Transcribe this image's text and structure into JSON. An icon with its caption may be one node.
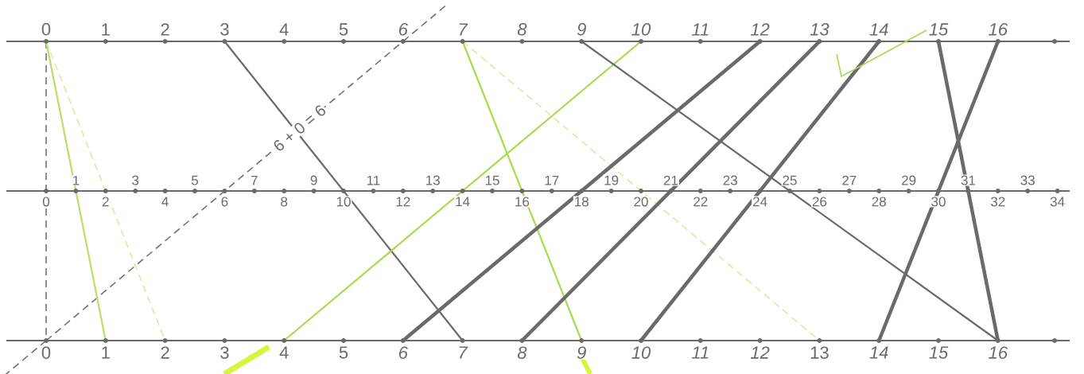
{
  "diagram": {
    "nodes": [
      {
        "text": [
          "0"
        ]
      },
      {
        "text": [
          "1"
        ]
      },
      {
        "text": [
          "2"
        ]
      },
      {
        "text": [
          "3"
        ]
      },
      {
        "text": [
          "4"
        ]
      },
      {
        "text": [
          "5"
        ]
      },
      {
        "text": [
          "6"
        ]
      },
      {
        "text": [
          "7"
        ]
      },
      {
        "text": [
          "8"
        ]
      },
      {
        "text": [
          "9"
        ]
      },
      {
        "text": [
          "10"
        ]
      },
      {
        "text": [
          "11"
        ]
      },
      {
        "text": [
          "12"
        ]
      },
      {
        "text": [
          "13"
        ]
      },
      {
        "text": [
          "14"
        ]
      },
      {
        "text": [
          "15"
        ]
      },
      {
        "text": [
          "16"
        ]
      },
      {
        "text": [
          "0"
        ]
      },
      {
        "text": [
          "1"
        ]
      },
      {
        "text": [
          "2"
        ]
      },
      {
        "text": [
          "3"
        ]
      },
      {
        "text": [
          "4"
        ]
      },
      {
        "text": [
          "5"
        ]
      },
      {
        "text": [
          "6"
        ]
      },
      {
        "text": [
          "7"
        ]
      },
      {
        "text": [
          "8"
        ]
      },
      {
        "text": [
          "9"
        ]
      },
      {
        "text": [
          "10"
        ]
      },
      {
        "text": [
          "11"
        ]
      },
      {
        "text": [
          "12"
        ]
      },
      {
        "text": [
          "13"
        ]
      },
      {
        "text": [
          "14"
        ]
      },
      {
        "text": [
          "15"
        ]
      },
      {
        "text": [
          "16"
        ]
      },
      {
        "text": [
          "17"
        ]
      },
      {
        "text": [
          "18"
        ]
      },
      {
        "text": [
          "19"
        ]
      },
      {
        "text": [
          "20"
        ]
      },
      {
        "text": [
          "21"
        ]
      },
      {
        "text": [
          "22"
        ]
      },
      {
        "text": [
          "23"
        ]
      },
      {
        "text": [
          "24"
        ]
      },
      {
        "text": [
          "25"
        ]
      },
      {
        "text": [
          "26"
        ]
      },
      {
        "text": [
          "27"
        ]
      },
      {
        "text": [
          "28"
        ]
      },
      {
        "text": [
          "29"
        ]
      },
      {
        "text": [
          "30"
        ]
      },
      {
        "text": [
          "31"
        ]
      },
      {
        "text": [
          "32"
        ]
      },
      {
        "text": [
          "33"
        ]
      },
      {
        "text": [
          "34"
        ]
      },
      {
        "text": [
          "0"
        ]
      },
      {
        "text": [
          "1"
        ]
      },
      {
        "text": [
          "2"
        ]
      },
      {
        "text": [
          "3"
        ]
      },
      {
        "text": [
          "4"
        ]
      },
      {
        "text": [
          "5"
        ]
      },
      {
        "text": [
          "6"
        ]
      },
      {
        "text": [
          "7"
        ]
      },
      {
        "text": [
          "8"
        ]
      },
      {
        "text": [
          "9"
        ]
      },
      {
        "text": [
          "10"
        ]
      },
      {
        "text": [
          "11"
        ]
      },
      {
        "text": [
          "12"
        ]
      },
      {
        "text": [
          "13"
        ]
      },
      {
        "text": [
          "14"
        ]
      },
      {
        "text": [
          "15"
        ]
      },
      {
        "text": [
          "16"
        ]
      }
    ],
    "edges": [
      {
        "from": 0,
        "to": 52,
        "arrow": "none",
        "style": "dashed"
      },
      {
        "from": 52,
        "to": 6,
        "arrow": "none",
        "style": "dashed",
        "label": "6 + 0 = 6"
      },
      {
        "from": 0,
        "to": 53,
        "arrow": "none",
        "color": "#b5e06a"
      },
      {
        "from": 0,
        "to": 54,
        "arrow": "none",
        "style": "dashed",
        "color": "#d3ec98"
      },
      {
        "from": 3,
        "to": 59,
        "arrow": "none"
      },
      {
        "from": 7,
        "to": 61,
        "arrow": "none",
        "color": "#a6dc50"
      },
      {
        "from": 7,
        "to": 65,
        "arrow": "none",
        "style": "dashed",
        "color": "#d3ec98"
      },
      {
        "from": 10,
        "to": 56,
        "arrow": "none",
        "color": "#a6dc50"
      },
      {
        "from": 9,
        "to": 68,
        "arrow": "none"
      },
      {
        "from": 12,
        "to": 58,
        "arrow": "none",
        "style": "thick"
      },
      {
        "from": 13,
        "to": 60,
        "arrow": "none",
        "style": "thick"
      },
      {
        "from": 14,
        "to": 62,
        "arrow": "none",
        "style": "thick"
      },
      {
        "from": 15,
        "to": 68,
        "arrow": "none",
        "style": "thick"
      },
      {
        "from": 16,
        "to": 66,
        "arrow": "none",
        "style": "thick"
      }
    ]
  }
}
